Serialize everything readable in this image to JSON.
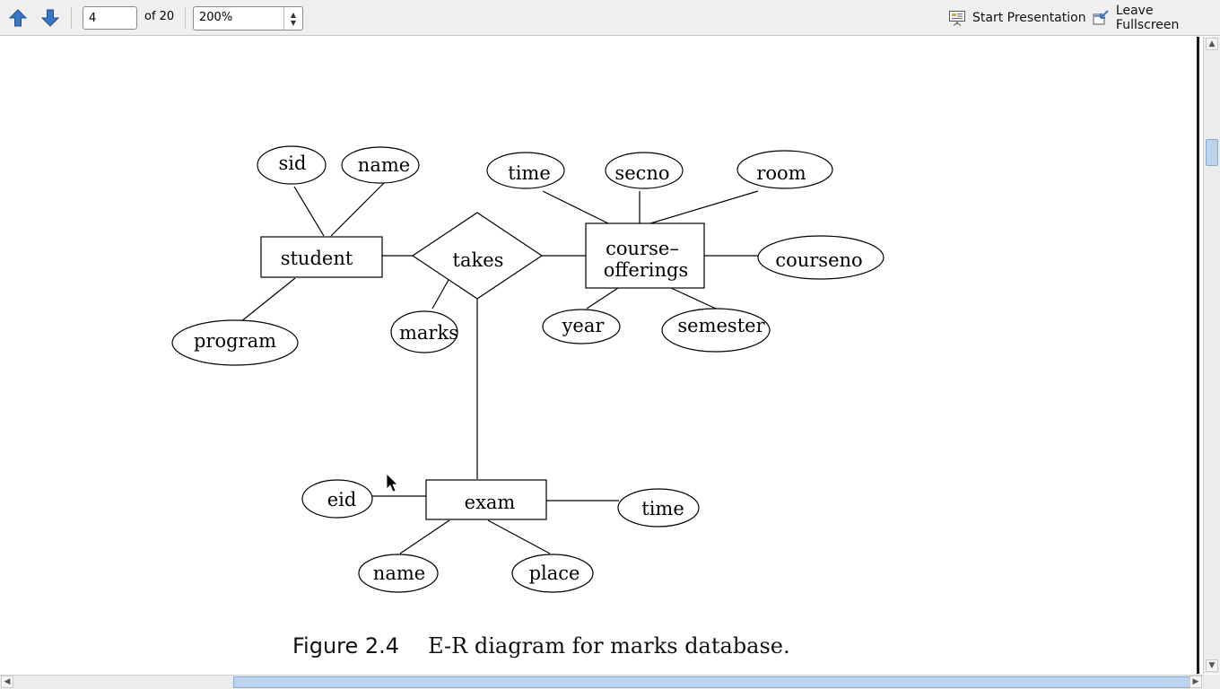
{
  "toolbar": {
    "current_page": "4",
    "page_of": "of 20",
    "zoom": "200%",
    "start_presentation": "Start Presentation",
    "leave_fullscreen": "Leave Fullscreen"
  },
  "diagram": {
    "entities": {
      "student": "student",
      "course_offerings_line1": "course–",
      "course_offerings_line2": "offerings",
      "exam": "exam"
    },
    "relationship": "takes",
    "attributes": {
      "sid": "sid",
      "student_name": "name",
      "program": "program",
      "marks": "marks",
      "co_time": "time",
      "secno": "secno",
      "room": "room",
      "courseno": "courseno",
      "year": "year",
      "semester": "semester",
      "eid": "eid",
      "exam_time": "time",
      "exam_name": "name",
      "place": "place"
    }
  },
  "caption": {
    "number": "Figure 2.4",
    "text": "E-R diagram for marks database."
  },
  "colors": {
    "accent": "#3a76c4",
    "scroll_thumb": "#bcd3ee"
  }
}
